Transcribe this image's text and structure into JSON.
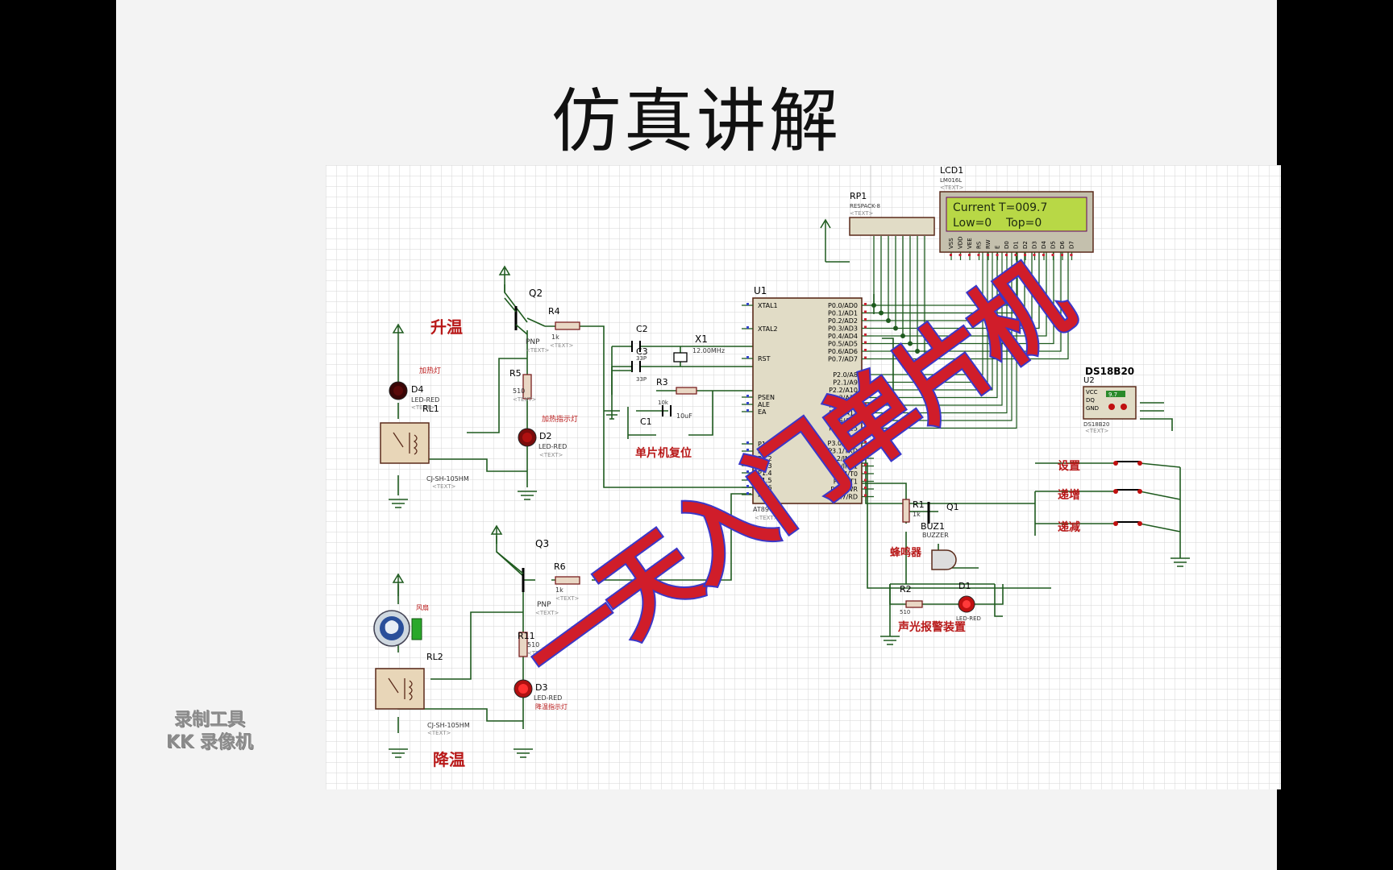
{
  "slide": {
    "title": "仿真讲解"
  },
  "watermark": {
    "line1": "录制工具",
    "line2": "KK 录像机"
  },
  "overlay_text": "一天入门单片机",
  "lcd": {
    "ref": "LCD1",
    "model": "LM016L",
    "line1": "Current T=009.7",
    "line2": "Low=0    Top=0",
    "pins": [
      "VSS",
      "VDD",
      "VEE",
      "RS",
      "RW",
      "E",
      "D0",
      "D1",
      "D2",
      "D3",
      "D4",
      "D5",
      "D6",
      "D7"
    ]
  },
  "mcu": {
    "ref": "U1",
    "model": "AT89C51",
    "left_pins": [
      "XTAL1",
      "XTAL2",
      "RST",
      "PSEN",
      "ALE",
      "EA",
      "P1.0",
      "P1.1",
      "P1.2",
      "P1.3",
      "P1.4",
      "P1.5",
      "P1.6",
      "P1.7"
    ],
    "right_pins": [
      "P0.0/AD0",
      "P0.1/AD1",
      "P0.2/AD2",
      "P0.3/AD3",
      "P0.4/AD4",
      "P0.5/AD5",
      "P0.6/AD6",
      "P0.7/AD7",
      "P2.0/A8",
      "P2.1/A9",
      "P2.2/A10",
      "P2.3/A11",
      "P2.4/A12",
      "P2.5/A13",
      "P2.6/A14",
      "P2.7/A15",
      "P3.0/RXD",
      "P3.1/TXD",
      "P3.2/INT0",
      "P3.3/INT1",
      "P3.4/T0",
      "P3.5/T1",
      "P3.6/WR",
      "P3.7/RD"
    ]
  },
  "labels": {
    "heat": "升温",
    "cool": "降温",
    "reset": "单片机复位",
    "alarm": "声光报警装置",
    "buzzer_note": "蜂鸣器",
    "heater_lamp": "加热灯",
    "heat_ind": "加热指示灯",
    "cool_ind": "降温指示灯",
    "fan": "风扇",
    "set": "设置",
    "inc": "递增",
    "dec": "递减"
  },
  "parts": {
    "rp1": {
      "ref": "RP1",
      "model": "RESPACK-8"
    },
    "u2": {
      "ref": "U2",
      "model": "DS18B20",
      "title": "DS18B20",
      "value": "9.7",
      "pins": [
        "VCC",
        "DQ",
        "GND"
      ]
    },
    "x1": {
      "ref": "X1",
      "value": "12.00MHz"
    },
    "c2": {
      "ref": "C2",
      "value": "33P"
    },
    "c3": {
      "ref": "C3",
      "value": "33P"
    },
    "c1": {
      "ref": "C1",
      "value": "10uF"
    },
    "r3": {
      "ref": "R3",
      "value": "10k"
    },
    "q2": {
      "ref": "Q2",
      "value": "PNP"
    },
    "q3": {
      "ref": "Q3",
      "value": "PNP"
    },
    "q1": {
      "ref": "Q1"
    },
    "r4": {
      "ref": "R4",
      "value": "1k"
    },
    "r6": {
      "ref": "R6",
      "value": "1k"
    },
    "r1": {
      "ref": "R1",
      "value": "1k"
    },
    "r5": {
      "ref": "R5",
      "value": "510"
    },
    "r11": {
      "ref": "R11",
      "value": "510"
    },
    "r2": {
      "ref": "R2",
      "value": "510"
    },
    "d4": {
      "ref": "D4",
      "value": "LED-RED"
    },
    "d2": {
      "ref": "D2",
      "value": "LED-RED"
    },
    "d3": {
      "ref": "D3",
      "value": "LED-RED"
    },
    "d1": {
      "ref": "D1",
      "value": "LED-RED"
    },
    "rl1": {
      "ref": "RL1",
      "value": "CJ-SH-105HM"
    },
    "rl2": {
      "ref": "RL2",
      "value": "CJ-SH-105HM"
    },
    "buz1": {
      "ref": "BUZ1",
      "value": "BUZZER"
    },
    "text_tag": "<TEXT>"
  }
}
